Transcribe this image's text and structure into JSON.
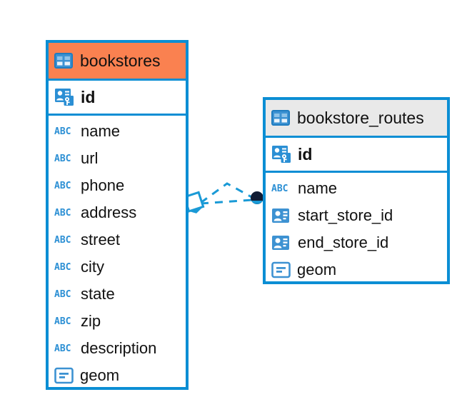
{
  "diagram": {
    "type": "entity-relationship-diagram",
    "background": "#ffffff",
    "accent_color": "#0b8ed4",
    "selected_header_color": "#fa8150",
    "unselected_header_color": "#e9e9e9",
    "icon_color": "#2b8fd4"
  },
  "tables": [
    {
      "name": "bookstores",
      "selected": true,
      "header_icon": "table-icon",
      "primary_key": {
        "label": "id",
        "icon": "primary-key-icon"
      },
      "fields": [
        {
          "label": "name",
          "icon": "text-type-icon",
          "icon_text": "ABC"
        },
        {
          "label": "url",
          "icon": "text-type-icon",
          "icon_text": "ABC"
        },
        {
          "label": "phone",
          "icon": "text-type-icon",
          "icon_text": "ABC"
        },
        {
          "label": "address",
          "icon": "text-type-icon",
          "icon_text": "ABC"
        },
        {
          "label": "street",
          "icon": "text-type-icon",
          "icon_text": "ABC"
        },
        {
          "label": "city",
          "icon": "text-type-icon",
          "icon_text": "ABC"
        },
        {
          "label": "state",
          "icon": "text-type-icon",
          "icon_text": "ABC"
        },
        {
          "label": "zip",
          "icon": "text-type-icon",
          "icon_text": "ABC"
        },
        {
          "label": "description",
          "icon": "text-type-icon",
          "icon_text": "ABC"
        },
        {
          "label": "geom",
          "icon": "geometry-type-icon"
        }
      ]
    },
    {
      "name": "bookstore_routes",
      "selected": false,
      "header_icon": "table-icon",
      "primary_key": {
        "label": "id",
        "icon": "primary-key-icon"
      },
      "fields": [
        {
          "label": "name",
          "icon": "text-type-icon",
          "icon_text": "ABC"
        },
        {
          "label": "start_store_id",
          "icon": "foreign-key-icon"
        },
        {
          "label": "end_store_id",
          "icon": "foreign-key-icon"
        },
        {
          "label": "geom",
          "icon": "geometry-type-icon"
        }
      ]
    }
  ],
  "relationship": {
    "source_marker": "diamond-marker",
    "target_marker": "filled-circle-marker",
    "line_style": "dashed",
    "line_color": "#1a9ad6",
    "target_marker_color": "#111c33",
    "branches": 2
  }
}
